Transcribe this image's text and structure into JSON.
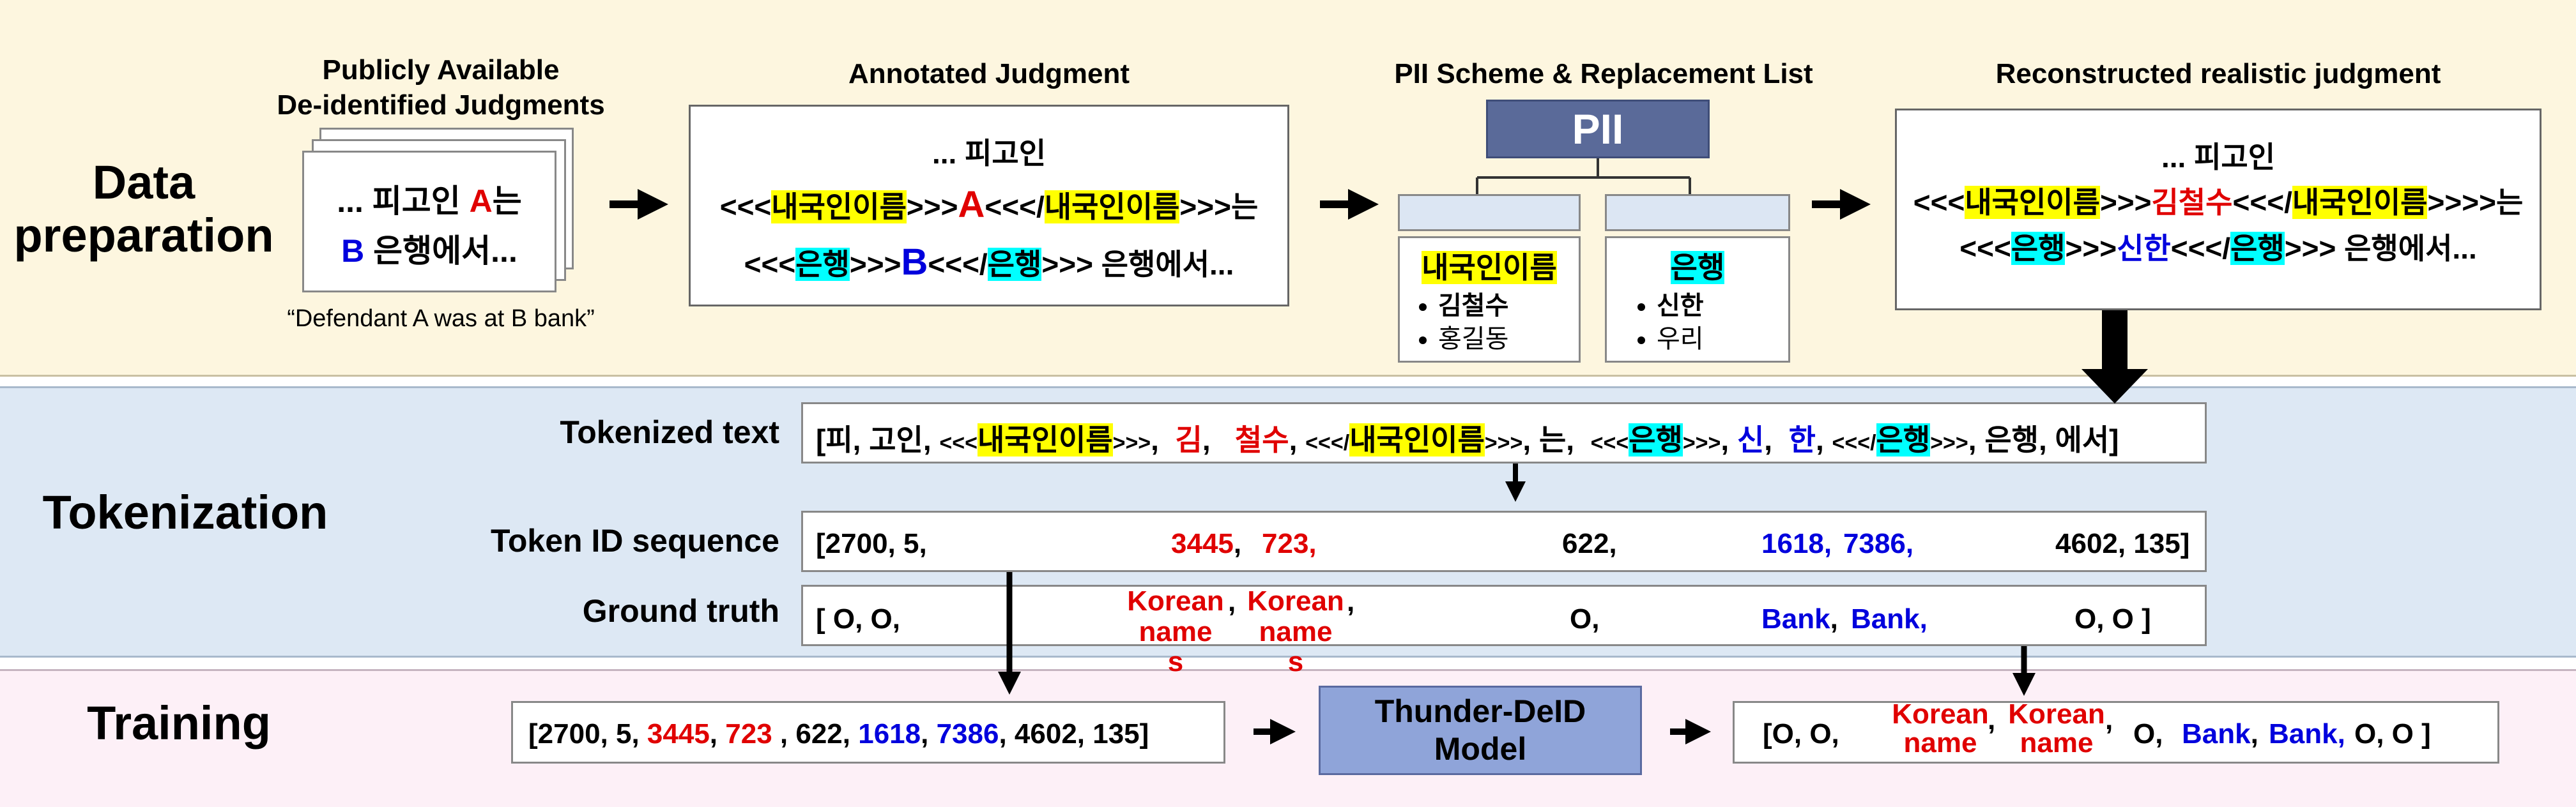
{
  "sections": {
    "data_preparation": "Data\npreparation",
    "tokenization": "Tokenization",
    "training": "Training"
  },
  "headers": {
    "public": "Publicly Available\nDe-identified Judgments",
    "annotated": "Annotated Judgment",
    "pii_scheme": "PII Scheme & Replacement List",
    "reconstructed": "Reconstructed realistic judgment"
  },
  "public_doc": {
    "l1a": "... 피고인 ",
    "l1b": "A",
    "l1c": "는",
    "l2a": "B",
    "l2b": " 은행에서...",
    "caption": "“Defendant A was at B bank”"
  },
  "annotated": {
    "l1": "... 피고인",
    "lt": "<<<",
    "gt": ">>>",
    "close_open": "<<</",
    "tag_name": "내국인이름",
    "tag_bank": "은행",
    "a": "A",
    "b": "B",
    "neun": "는",
    "rest": " 은행에서..."
  },
  "pii": {
    "root": "PII",
    "name_title": "내국인이름",
    "name_items": [
      "김철수",
      "홍길동"
    ],
    "bank_title": "은행",
    "bank_items": [
      "신한",
      "우리"
    ]
  },
  "reconstructed": {
    "l1": "... 피고인",
    "lt": "<<<",
    "gt": ">>>",
    "close_open": "<<</",
    "tag_name": "내국인이름",
    "tag_bank": "은행",
    "name": "김철수",
    "bank": "신한",
    "neun": ">는",
    "rest": " 은행에서..."
  },
  "tokenized": {
    "label": "Tokenized text",
    "t1": "[피, 고인, ",
    "t2": "<<<",
    "t3": "내국인이름",
    "t4": ">>>",
    "t5": "김",
    "t6": "철수",
    "t7": "<<</",
    "t8": "내국인이름",
    "t9": ">>>",
    "t10": "는",
    "t11": "<<<",
    "t12": "은행",
    "t13": ">>>",
    "t14": "신",
    "t15": "한",
    "t16": "<<</",
    "t17": "은행",
    "t18": ">>>",
    "t19": "은행, 에서]"
  },
  "token_ids": {
    "label": "Token ID sequence",
    "a": "[2700, 5,",
    "b": "3445",
    "c": "723,",
    "d": "622,",
    "e": "1618",
    "f": "7386,",
    "g": "4602,  135]"
  },
  "ground_truth": {
    "label": "Ground truth",
    "a": "[  O,    O,",
    "kn1": "Korean\nname\ns",
    "kn2": "Korean\nname\ns",
    "o3": "O,",
    "bank1": "Bank",
    "bank2": "Bank,",
    "end": "O,      O ]"
  },
  "training": {
    "ids_a": "[2700, 5, ",
    "ids_b": "3445",
    "ids_c": "723",
    "ids_d": " , 622, ",
    "ids_e": "1618",
    "ids_f": "7386",
    "ids_g": " 4602,  135]",
    "model": "Thunder-DeID\nModel",
    "out_a": "[O,    O,",
    "out_kn": "Korean\nname",
    "out_kn2": "Korean\nname",
    "out_b": "O,",
    "out_bank1": "Bank",
    "out_bank2": "Bank,",
    "out_c": "O,    O  ]"
  },
  "colors": {
    "pii_root": "#5a6a99",
    "model_box": "#8fa4d9",
    "pii_child": "#dce6f3",
    "name_hl": "#ffff00",
    "bank_hl": "#00ffff"
  }
}
